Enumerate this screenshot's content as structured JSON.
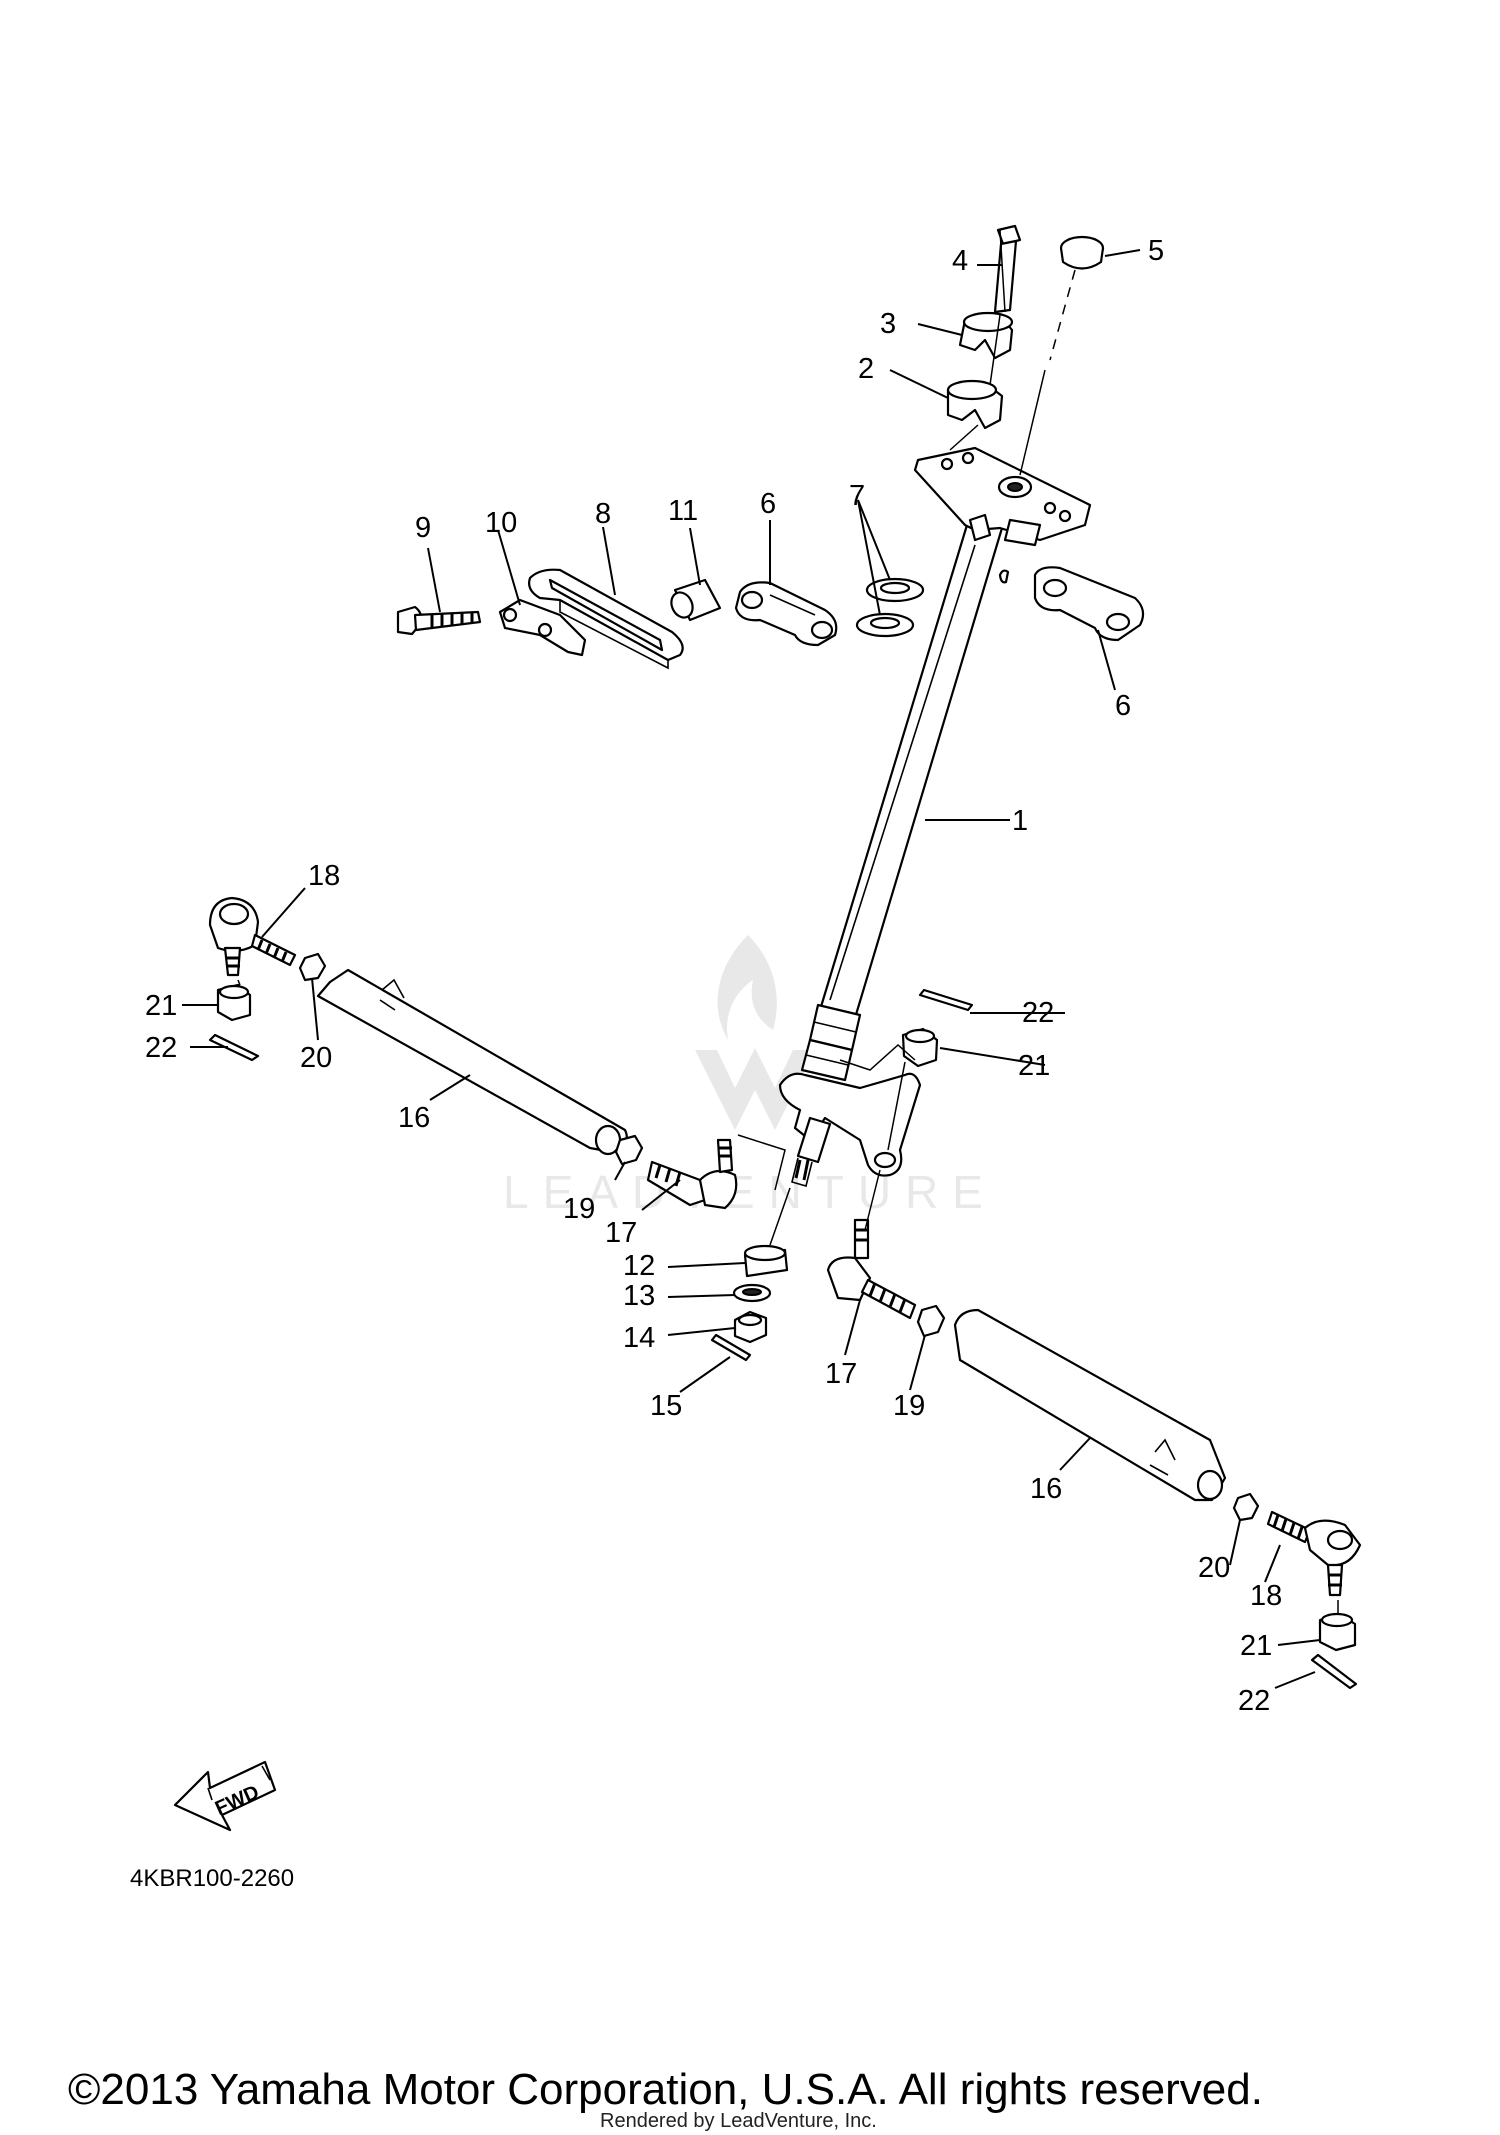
{
  "watermark": {
    "text": "LEADVENTURE"
  },
  "diagram": {
    "ref_code": "4KBR100-2260",
    "fwd_label": "FWD",
    "callouts": [
      "1",
      "2",
      "3",
      "4",
      "5",
      "6",
      "6",
      "7",
      "8",
      "9",
      "10",
      "11",
      "12",
      "13",
      "14",
      "15",
      "16",
      "16",
      "17",
      "17",
      "18",
      "18",
      "19",
      "19",
      "20",
      "20",
      "21",
      "21",
      "21",
      "22",
      "22",
      "22"
    ]
  },
  "footer": {
    "copyright": "©2013 Yamaha Motor Corporation, U.S.A. All rights reserved.",
    "rendered_by": "Rendered by LeadVenture, Inc."
  }
}
